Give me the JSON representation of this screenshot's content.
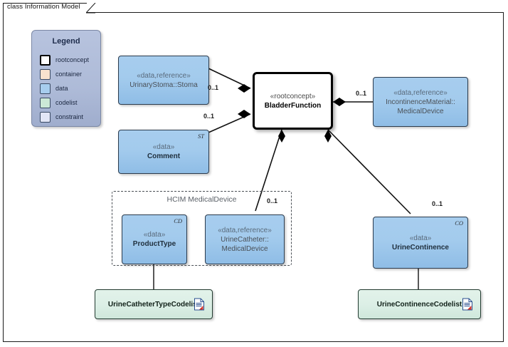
{
  "diagram": {
    "frame_label": "class Information Model"
  },
  "legend": {
    "title": "Legend",
    "items": [
      {
        "label": "rootconcept",
        "color": "#ffffff",
        "style": "thick"
      },
      {
        "label": "container",
        "color": "#f9e2ce",
        "style": "normal"
      },
      {
        "label": "data",
        "color": "#a7cdee",
        "style": "normal"
      },
      {
        "label": "codelist",
        "color": "#cbe8d6",
        "style": "normal"
      },
      {
        "label": "constraint",
        "color": "#e2e6f6",
        "style": "normal"
      }
    ]
  },
  "group": {
    "title": "HCIM MedicalDevice"
  },
  "nodes": {
    "urinary_stoma": {
      "stereotype": "«data,reference»",
      "name": "UrinaryStoma::Stoma",
      "tag": ""
    },
    "bladder_function": {
      "stereotype": "«rootconcept»",
      "name": "BladderFunction",
      "tag": ""
    },
    "incontinence_line1": {
      "stereotype": "«data,reference»",
      "name": "IncontinenceMaterial::",
      "name2": "MedicalDevice",
      "tag": ""
    },
    "comment": {
      "stereotype": "«data»",
      "name": "Comment",
      "tag": "ST"
    },
    "product_type": {
      "stereotype": "«data»",
      "name": "ProductType",
      "tag": "CD"
    },
    "urine_catheter": {
      "stereotype": "«data,reference»",
      "name": "UrineCatheter::",
      "name2": "MedicalDevice",
      "tag": ""
    },
    "urine_continence": {
      "stereotype": "«data»",
      "name": "UrineContinence",
      "tag": "CO"
    },
    "catheter_codelist": {
      "name": "UrineCatheterTypeCodelist",
      "icon": "document-icon"
    },
    "continence_codelist": {
      "name": "UrineContinenceCodelist",
      "icon": "document-icon"
    }
  },
  "multiplicities": {
    "stoma": "0..1",
    "comment": "0..1",
    "incontinence": "0..1",
    "catheter": "0..1",
    "continence": "0..1"
  }
}
